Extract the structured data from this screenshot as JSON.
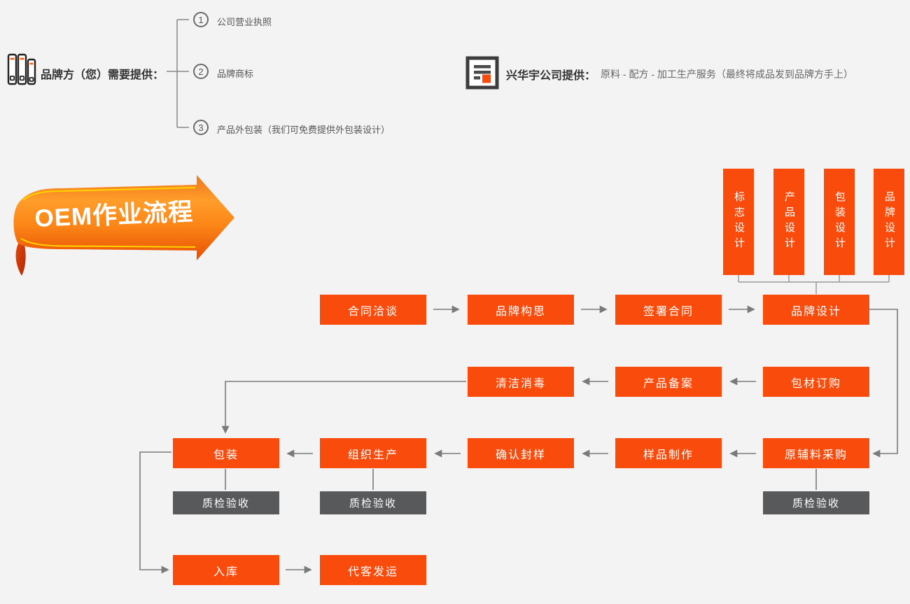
{
  "left_panel": {
    "title": "品牌方（您）需要提供：",
    "items": [
      {
        "num": "1",
        "label": "公司营业执照"
      },
      {
        "num": "2",
        "label": "品牌商标"
      },
      {
        "num": "3",
        "label": "产品外包装（我们可免费提供外包装设计）"
      }
    ]
  },
  "right_panel": {
    "title": "兴华宇公司提供：",
    "description": "原料 - 配方 - 加工生产服务（最终将成品发到品牌方手上）"
  },
  "banner": {
    "label": "OEM作业流程"
  },
  "design_bars": {
    "items": [
      {
        "label": "标志设计"
      },
      {
        "label": "产品设计"
      },
      {
        "label": "包装设计"
      },
      {
        "label": "品牌设计"
      }
    ]
  },
  "flow": {
    "row1": [
      {
        "label": "合同洽谈"
      },
      {
        "label": "品牌构思"
      },
      {
        "label": "签署合同"
      },
      {
        "label": "品牌设计"
      }
    ],
    "row2": [
      {
        "label": "清洁消毒"
      },
      {
        "label": "产品备案"
      },
      {
        "label": "包材订购"
      }
    ],
    "row3": [
      {
        "label": "包装"
      },
      {
        "label": "组织生产"
      },
      {
        "label": "确认封样"
      },
      {
        "label": "样品制作"
      },
      {
        "label": "原辅料采购"
      }
    ],
    "row4": [
      {
        "label": "入库"
      },
      {
        "label": "代客发运"
      }
    ],
    "qc": [
      {
        "label": "质检验收"
      },
      {
        "label": "质检验收"
      },
      {
        "label": "质检验收"
      }
    ]
  },
  "colors": {
    "orange": "#f94c0c",
    "gray_box": "#58595b",
    "connector": "#7f7f7f",
    "background": "#f3f3f3"
  }
}
